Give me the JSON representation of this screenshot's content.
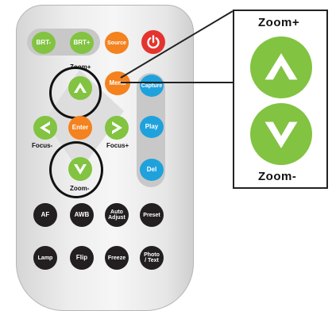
{
  "remote": {
    "top_row": {
      "brt_minus": "BRT-",
      "brt_plus": "BRT+",
      "source": "Source"
    },
    "nav": {
      "zoom_plus_label": "Zoom+",
      "zoom_minus_label": "Zoom-",
      "focus_minus_label": "Focus-",
      "focus_plus_label": "Focus+",
      "menu": "Menu",
      "enter": "Enter"
    },
    "side": {
      "capture": "Capture",
      "play": "Play",
      "del": "Del"
    },
    "row1": {
      "af": "AF",
      "awb": "AWB",
      "auto_adjust": "Auto Adjust",
      "preset": "Preset"
    },
    "row2": {
      "lamp": "Lamp",
      "flip": "Flip",
      "freeze": "Freeze",
      "photo_text": "Photo / Text"
    }
  },
  "callout": {
    "zoom_plus": "Zoom+",
    "zoom_minus": "Zoom-"
  },
  "colors": {
    "green": "#82c341",
    "orange": "#f3821f",
    "blue": "#1fa2dc",
    "black": "#231f20",
    "red": "#e4342d",
    "gray_pill": "#c8c8c8"
  },
  "icons": [
    "power-icon",
    "arrow-up-icon",
    "arrow-down-icon",
    "arrow-left-icon",
    "arrow-right-icon"
  ]
}
